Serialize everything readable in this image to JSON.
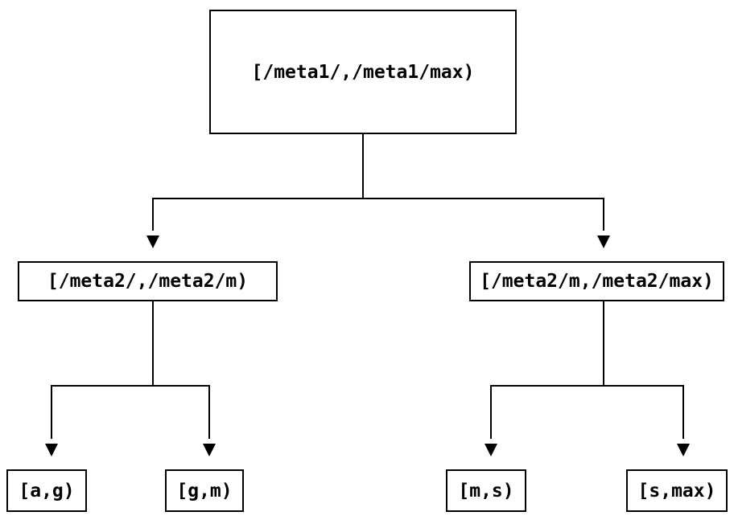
{
  "diagram": {
    "type": "tree",
    "root": {
      "label": "[/meta1/,/meta1/max)"
    },
    "children": [
      {
        "label": "[/meta2/,/meta2/m)",
        "children": [
          {
            "label": "[a,g)"
          },
          {
            "label": "[g,m)"
          }
        ]
      },
      {
        "label": "[/meta2/m,/meta2/max)",
        "children": [
          {
            "label": "[m,s)"
          },
          {
            "label": "[s,max)"
          }
        ]
      }
    ],
    "colors": {
      "line": "#000000",
      "box_border": "#000000",
      "text": "#000000",
      "background": "#ffffff"
    }
  }
}
